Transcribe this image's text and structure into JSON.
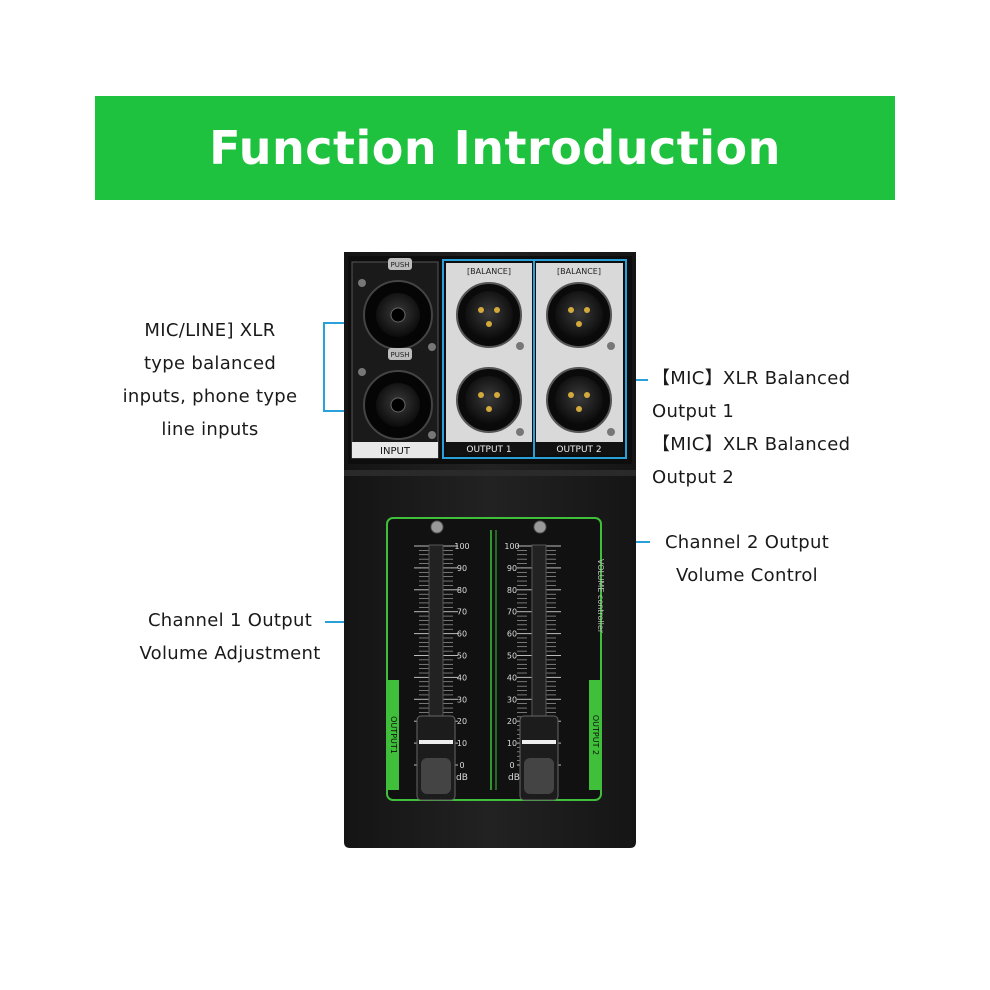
{
  "banner": {
    "title": "Function Introduction",
    "color": "#1fc23e"
  },
  "callouts": {
    "inputs": [
      "MIC/LINE] XLR",
      "type balanced",
      "inputs, phone type",
      "line inputs"
    ],
    "outputs": [
      "【MIC】XLR Balanced",
      "Output 1",
      "【MIC】XLR Balanced",
      "Output 2"
    ],
    "ch2": [
      "Channel 2 Output",
      "Volume Control"
    ],
    "ch1": [
      "Channel 1 Output",
      "Volume Adjustment"
    ]
  },
  "device": {
    "input_label": "INPUT",
    "push_label": "PUSH",
    "balance_label": "[BALANCE]",
    "output1_label": "OUTPUT 1",
    "output2_label": "OUTPUT 2",
    "fader1_label": "OUTPUT1",
    "fader2_label": "OUTPUT 2",
    "volume_label": "VOLUME controller",
    "scale": [
      "100",
      "90",
      "80",
      "70",
      "60",
      "50",
      "40",
      "30",
      "20",
      "10",
      "0"
    ],
    "db_label": "dB",
    "accent": "#2aa0d8",
    "fader_green": "#3fbf3a"
  }
}
